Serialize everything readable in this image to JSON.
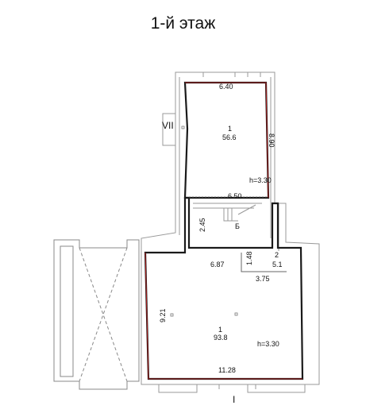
{
  "title": "1-й этаж",
  "rooms": [
    {
      "number": "1",
      "area": "56.6",
      "height": "h=3.30"
    },
    {
      "number": "1",
      "area": "93.8",
      "height": "h=3.30"
    },
    {
      "number": "2",
      "area": "5.1"
    }
  ],
  "dimensions": {
    "upper_top": "6.40",
    "upper_right": "8.90",
    "upper_bottom": "6.50",
    "stair_height": "2.45",
    "lower_top": "6.87",
    "lower_left": "9.21",
    "lower_bottom": "11.28",
    "small_height": "1.48",
    "small_width": "3.75"
  },
  "markers": {
    "window_upper": "VII",
    "stair": "Б",
    "entrance": "I"
  }
}
